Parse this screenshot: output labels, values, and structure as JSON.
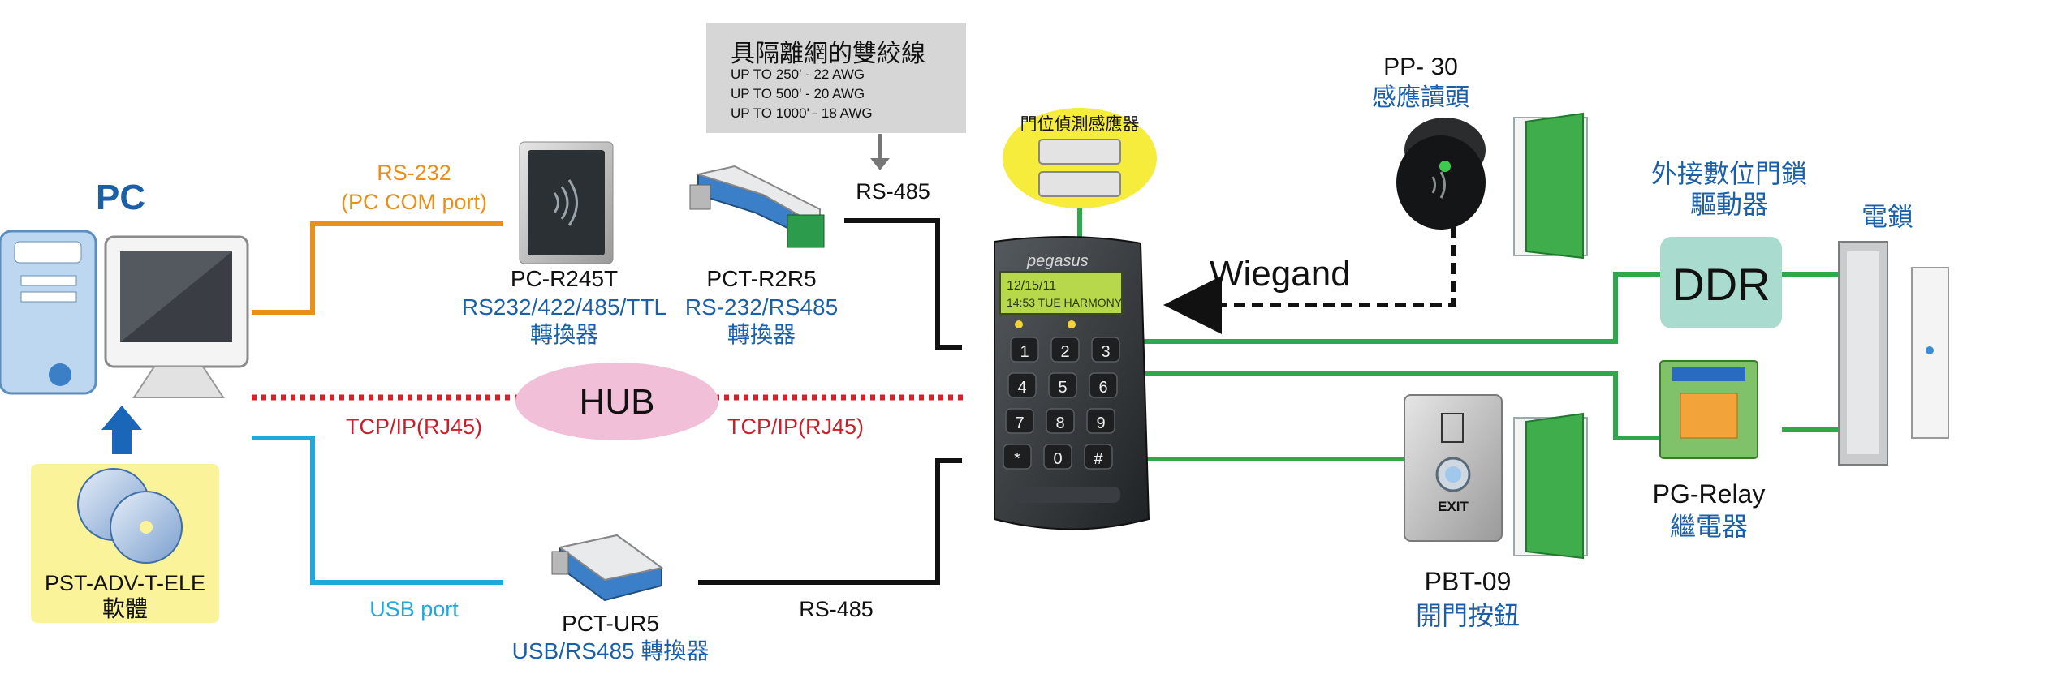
{
  "cable_note": {
    "title": "具隔離網的雙絞線",
    "lines": [
      "UP TO 250' - 22 AWG",
      "UP TO 500' - 20 AWG",
      "UP TO 1000' - 18 AWG"
    ]
  },
  "pc": {
    "label": "PC"
  },
  "software": {
    "model": "PST-ADV-T-ELE",
    "desc": "軟體"
  },
  "rs232": {
    "label": "RS-232",
    "sub": "(PC COM port)"
  },
  "tcpip_left": "TCP/IP(RJ45)",
  "tcpip_right": "TCP/IP(RJ45)",
  "hub": "HUB",
  "usb_port": "USB port",
  "rs485_top": "RS-485",
  "rs485_bottom": "RS-485",
  "pc_r245t": {
    "model": "PC-R245T",
    "line1": "RS232/422/485/TTL",
    "line2": "轉換器"
  },
  "pct_r2r5": {
    "model": "PCT-R2R5",
    "line1": "RS-232/RS485",
    "line2": "轉換器"
  },
  "pct_ur5": {
    "model": "PCT-UR5",
    "line1": "USB/RS485 轉換器"
  },
  "door_sensor": "門位偵測感應器",
  "controller": {
    "brand": "pegasus",
    "lcd1": "12/15/11",
    "lcd2": "14:53 TUE HARMONY",
    "keys": [
      "1",
      "2",
      "3",
      "4",
      "5",
      "6",
      "7",
      "8",
      "9",
      "*",
      "0",
      "#"
    ]
  },
  "wiegand": "Wiegand",
  "pp30": {
    "model": "PP- 30",
    "desc": "感應讀頭"
  },
  "ddr": {
    "title": "外接數位門鎖",
    "title2": "驅動器",
    "box": "DDR"
  },
  "elock": "電鎖",
  "pg_relay": {
    "model": "PG-Relay",
    "desc": "繼電器"
  },
  "pbt09": {
    "model": "PBT-09",
    "desc": "開門按鈕",
    "button_text": "EXIT"
  },
  "colors": {
    "orange": "#e8901a",
    "red_dotted": "#d4202a",
    "cyan": "#1ea8dc",
    "black": "#111111",
    "green": "#2ea84a",
    "blue_text": "#1a5fa8",
    "red_text": "#c8202a"
  }
}
